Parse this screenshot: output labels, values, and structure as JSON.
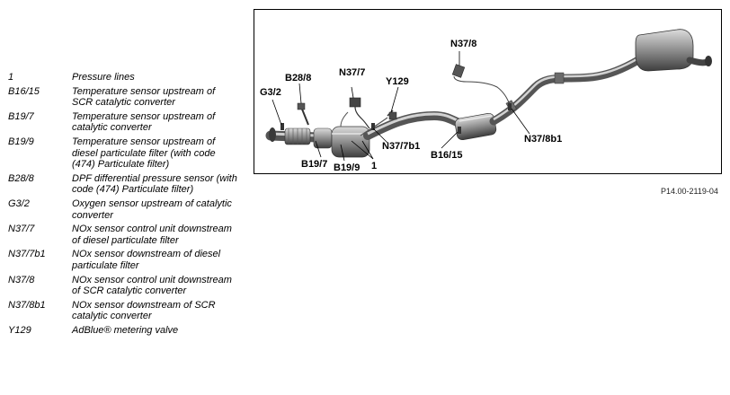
{
  "legend": [
    {
      "code": "1",
      "desc": "Pressure lines"
    },
    {
      "code": "B16/15",
      "desc": "Temperature sensor upstream of SCR catalytic converter"
    },
    {
      "code": "B19/7",
      "desc": "Temperature sensor upstream of catalytic converter"
    },
    {
      "code": "B19/9",
      "desc": "Temperature sensor upstream of diesel particulate filter (with code (474) Particulate filter)"
    },
    {
      "code": "B28/8",
      "desc": "DPF differential pressure sensor (with code (474) Particulate filter)"
    },
    {
      "code": "G3/2",
      "desc": "Oxygen sensor upstream of catalytic converter"
    },
    {
      "code": "N37/7",
      "desc": "NOx sensor control unit downstream of diesel particulate filter"
    },
    {
      "code": "N37/7b1",
      "desc": "NOx sensor downstream of diesel particulate filter"
    },
    {
      "code": "N37/8",
      "desc": "NOx sensor control unit downstream of SCR catalytic converter"
    },
    {
      "code": "N37/8b1",
      "desc": "NOx sensor downstream of SCR catalytic converter"
    },
    {
      "code": "Y129",
      "desc": "AdBlue® metering valve"
    }
  ],
  "diagram": {
    "callouts": {
      "g3_2": "G3/2",
      "b28_8": "B28/8",
      "n37_7": "N37/7",
      "y129": "Y129",
      "n37_8": "N37/8",
      "n37_7b1": "N37/7b1",
      "b16_15": "B16/15",
      "n37_8b1": "N37/8b1",
      "b19_7": "B19/7",
      "b19_9": "B19/9",
      "p1": "1"
    }
  },
  "reference": "P14.00-2119-04"
}
